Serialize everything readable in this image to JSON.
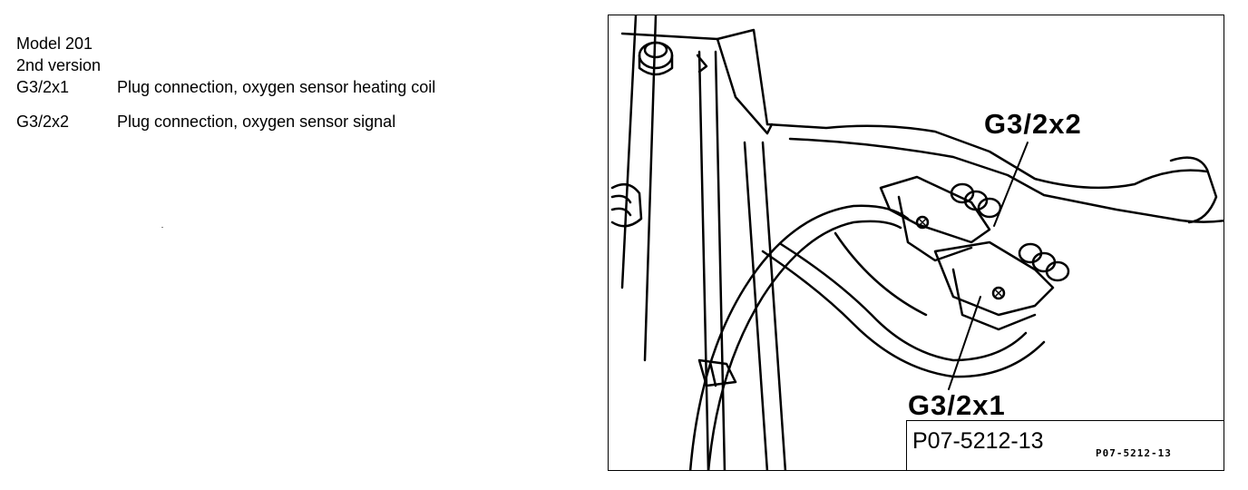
{
  "legend": {
    "model": "Model 201",
    "version": "2nd version",
    "items": [
      {
        "code": "G3/2x1",
        "description": "Plug connection, oxygen sensor heating coil"
      },
      {
        "code": "G3/2x2",
        "description": "Plug connection, oxygen sensor signal"
      }
    ]
  },
  "figure": {
    "callouts": {
      "top": "G3/2x2",
      "bottom": "G3/2x1"
    },
    "reference": "P07-5212-13",
    "reference_small": "P07-5212-13"
  }
}
